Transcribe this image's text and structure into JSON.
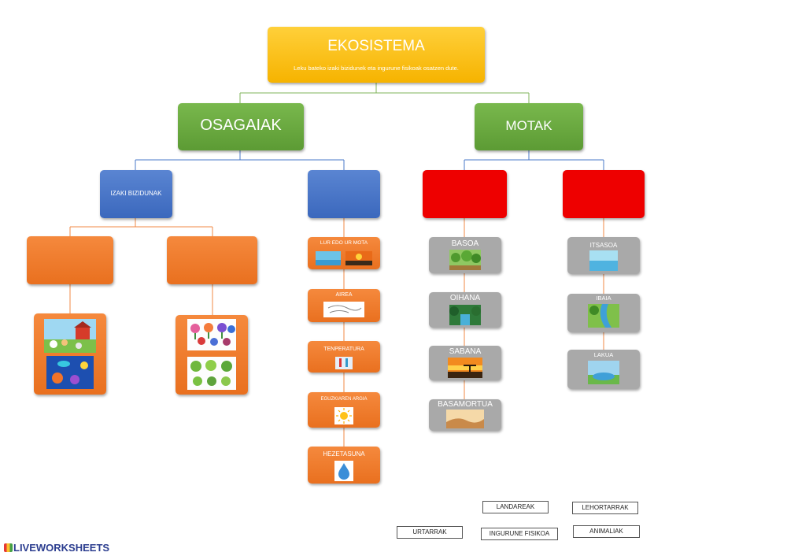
{
  "root": {
    "title": "EKOSISTEMA",
    "subtitle": "Leku bateko izaki bizidunek eta ingurune fisikoak osatzen dute."
  },
  "level1": {
    "left": "OSAGAIAK",
    "right": "MOTAK"
  },
  "level2": {
    "living": "IZAKI BIZIDUNAK",
    "blank_blue": "",
    "blank_red_1": "",
    "blank_red_2": ""
  },
  "physical_items": [
    "LUR EDO UR MOTA",
    "AIREA",
    "TENPERATURA",
    "EGUZKIAREN ARGIA",
    "HEZETASUNA"
  ],
  "terrestrial_types": [
    "BASOA",
    "OIHANA",
    "SABANA",
    "BASAMORTUA"
  ],
  "aquatic_types": [
    "ITSASOA",
    "IBAIA",
    "LAKUA"
  ],
  "answer_tiles": [
    "LANDAREAK",
    "LEHORTARRAK",
    "URTARRAK",
    "INGURUNE FISIKOA",
    "ANIMALIAK"
  ],
  "branding": {
    "logo_text": "LIVEWORKSHEETS"
  },
  "colors": {
    "root": "#f6b300",
    "level1": "#5c9b34",
    "blue": "#3b68bd",
    "red": "#ee0000",
    "orange": "#e9701f",
    "gray": "#a9a9a9"
  }
}
